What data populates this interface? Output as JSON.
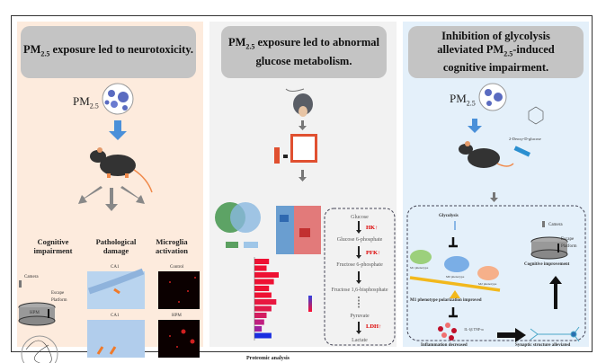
{
  "panels": [
    {
      "title_prefix": "PM",
      "title_sub": "2.5",
      "title_rest": " exposure led to neurotoxicity.",
      "pm_label": "PM",
      "pm_sub": "2.5",
      "columns": [
        {
          "label": "Cognitive impairment",
          "camera": "Camera",
          "escape": "Escape",
          "platform": "Platform",
          "group": "HPM"
        },
        {
          "label": "Pathological damage",
          "img1": "CA1",
          "img2": "CA1"
        },
        {
          "label": "Microglia activation",
          "img1": "Control",
          "img2": "HPM"
        }
      ]
    },
    {
      "title_prefix": "PM",
      "title_sub": "2.5",
      "title_rest": " exposure led to abnormal glucose metabolism.",
      "caption": "Proteomic analysis",
      "pathway": [
        "Glucose",
        "Glucose 6-phosphate",
        "Fructose 6-phosphate",
        "Fructose 1,6-bisphosphate",
        "Pyruvate",
        "Lactate"
      ],
      "enzymes": [
        "HK↑",
        "PFK↑",
        "LDH↑"
      ],
      "bar_values": [
        6,
        5,
        10,
        8,
        6,
        7,
        9,
        7,
        5,
        4,
        3,
        7
      ],
      "bar_colors": [
        "#ee1133",
        "#ee1133",
        "#ee1133",
        "#ee1133",
        "#ee1133",
        "#ee1133",
        "#e81840",
        "#e01a4a",
        "#d41c60",
        "#c01f80",
        "#a020a0",
        "#1a2ee0"
      ]
    },
    {
      "title_line1": "Inhibition of glycolysis",
      "title_line2_prefix": "alleviated PM",
      "title_line2_sub": "2.5",
      "title_line2_rest": "-induced",
      "title_line3": "cognitive impairment.",
      "pm_label": "PM",
      "pm_sub": "2.5",
      "drug": "2-Deoxy-D-glucose",
      "glycolysis": "Glycolysis",
      "phenotypes": [
        "M1 phenotype",
        "M0 phenotype",
        "M2 phenotype"
      ],
      "polarization": "M1 phenotype polarization improved",
      "cytokines": "IL-1β TNF-α",
      "inflammation": "Inflammation decreased",
      "synaptic": "Synaptic structure alleviated",
      "camera": "Camera",
      "escape": "Escape",
      "platform": "Platform",
      "cognitive": "Cognitive improvement"
    }
  ],
  "colors": {
    "panel1": "#fdebdd",
    "panel2": "#f2f2f2",
    "panel3": "#e4f0fa",
    "title_box": "#c4c4c4",
    "arrow_blue": "#4a90d9",
    "enzyme_red": "#dd0000"
  }
}
